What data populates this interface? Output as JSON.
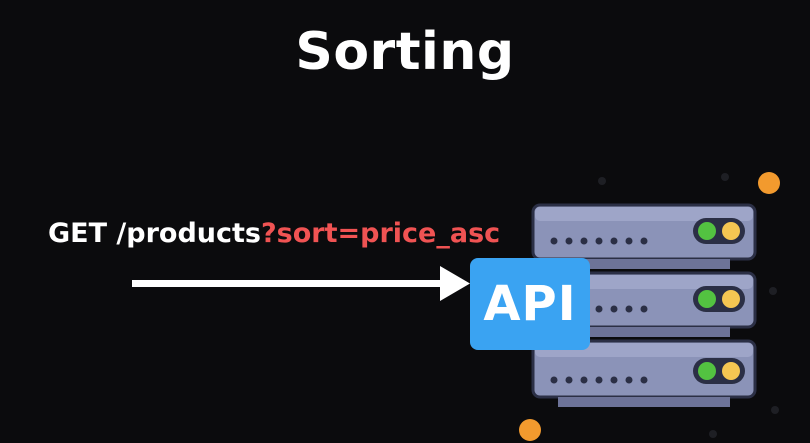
{
  "title": "Sorting",
  "request": {
    "method_path": "GET /products",
    "query": "?sort=price_asc"
  },
  "server": {
    "badge_label": "API",
    "badge_color": "#3aa3f2",
    "led_colors": [
      "#53c241",
      "#f5c652"
    ]
  },
  "colors": {
    "background": "#0b0b0d",
    "query_highlight": "#f05353",
    "accent_dot": "#f29a2e",
    "server_body": "#8b93b8"
  },
  "icons": [
    "arrow-right-icon",
    "server-rack-icon"
  ]
}
